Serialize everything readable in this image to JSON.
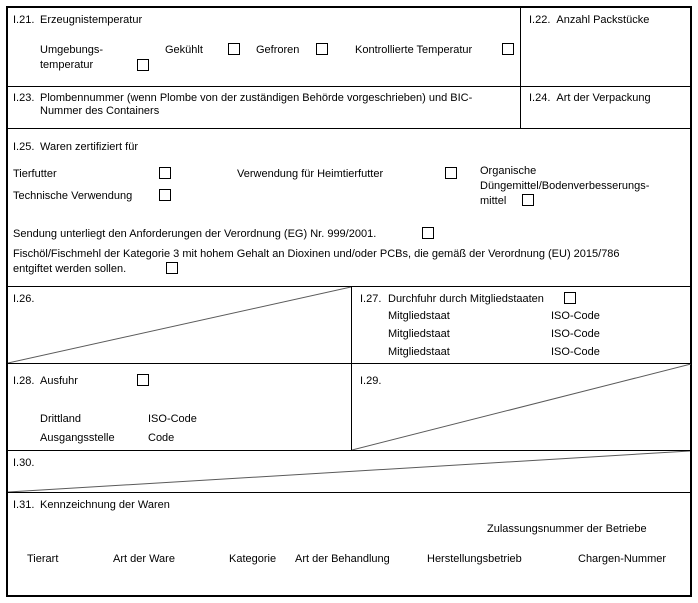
{
  "form_title_hint": "Veterinärbescheinigung Formular Teil I (I.21–I.31)",
  "colors": {
    "line": "#000000",
    "diagonal": "#5a5a5a",
    "background": "#ffffff"
  },
  "sections": {
    "i21": {
      "no": "I.21.",
      "title": "Erzeugnistemperatur",
      "opt_ambient_l1": "Umgebungs-",
      "opt_ambient_l2": "temperatur",
      "opt_chilled": "Gekühlt",
      "opt_frozen": "Gefroren",
      "opt_controlled": "Kontrollierte Temperatur"
    },
    "i22": {
      "no": "I.22.",
      "title": "Anzahl Packstücke"
    },
    "i23": {
      "no": "I.23.",
      "title": "Plombennummer (wenn Plombe von der zuständigen Behörde vorgeschrieben) und BIC-Nummer des Containers"
    },
    "i24": {
      "no": "I.24.",
      "title": "Art der Verpackung"
    },
    "i25": {
      "no": "I.25.",
      "title": "Waren zertifiziert für",
      "opt_feed": "Tierfutter",
      "opt_technical": "Technische Verwendung",
      "opt_petfood": "Verwendung für Heimtierfutter",
      "opt_organic_l1": "Organische",
      "opt_organic_l2": "Düngemittel/Bodenverbesserungs-",
      "opt_organic_l3": "mittel",
      "note_tse": "Sendung unterliegt den Anforderungen der Verordnung (EG) Nr. 999/2001.",
      "note_fish_l1": "Fischöl/Fischmehl der Kategorie 3 mit hohem Gehalt an Dioxinen und/oder PCBs, die gemäß der Verordnung (EU) 2015/786",
      "note_fish_l2": "entgiftet werden sollen."
    },
    "i26": {
      "no": "I.26."
    },
    "i27": {
      "no": "I.27.",
      "title": "Durchfuhr durch Mitgliedstaaten",
      "transit_rows": [
        {
          "state": "Mitgliedstaat",
          "iso": "ISO-Code"
        },
        {
          "state": "Mitgliedstaat",
          "iso": "ISO-Code"
        },
        {
          "state": "Mitgliedstaat",
          "iso": "ISO-Code"
        }
      ]
    },
    "i28": {
      "no": "I.28.",
      "title": "Ausfuhr",
      "third_country": "Drittland",
      "iso": "ISO-Code",
      "exit_point": "Ausgangsstelle",
      "code": "Code"
    },
    "i29": {
      "no": "I.29."
    },
    "i30": {
      "no": "I.30."
    },
    "i31": {
      "no": "I.31.",
      "title": "Kennzeichnung der Waren",
      "approval": "Zulassungsnummer der Betriebe",
      "columns": [
        "Tierart",
        "Art der Ware",
        "Kategorie",
        "Art der Behandlung",
        "Herstellungsbetrieb",
        "Chargen-Nummer"
      ]
    }
  }
}
